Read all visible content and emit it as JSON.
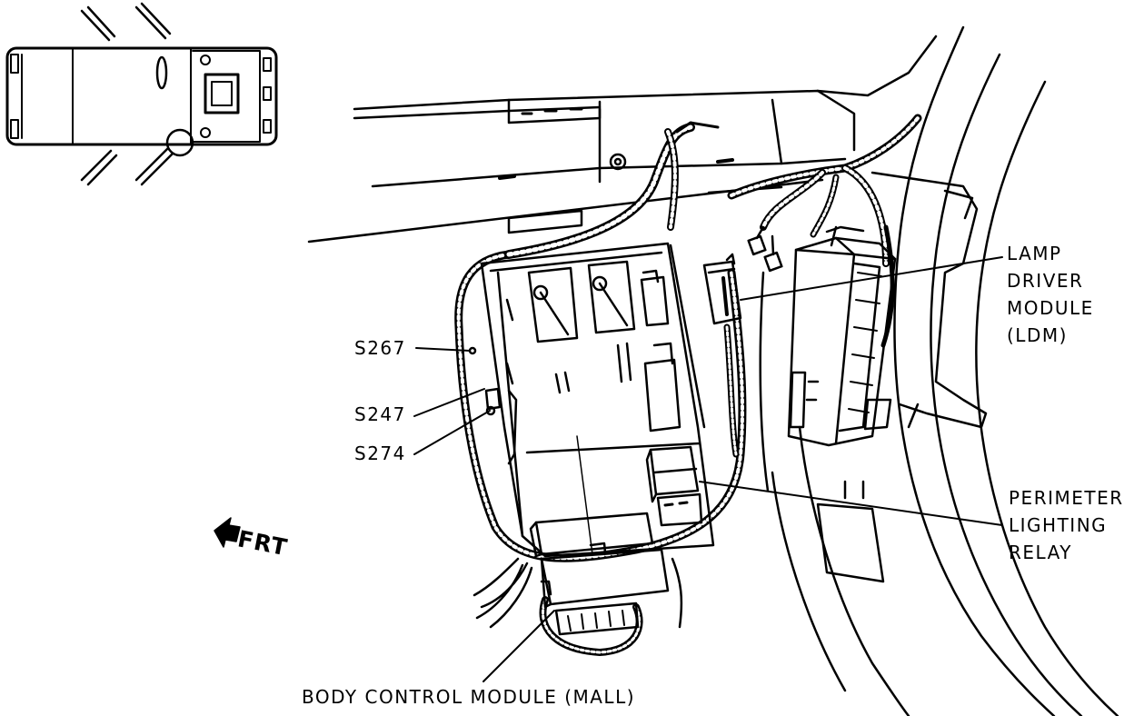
{
  "callouts": {
    "ldm": [
      "LAMP",
      "DRIVER",
      "MODULE",
      "(LDM)"
    ],
    "perimeter_relay": [
      "PERIMETER",
      "LIGHTING",
      "RELAY"
    ],
    "s267": "S267",
    "s247": "S247",
    "s274": "S274",
    "bcm": "BODY CONTROL MODULE (MALL)"
  },
  "orientation": {
    "frt": "FRT"
  },
  "colors": {
    "ink": "#000000",
    "paper": "#ffffff"
  }
}
